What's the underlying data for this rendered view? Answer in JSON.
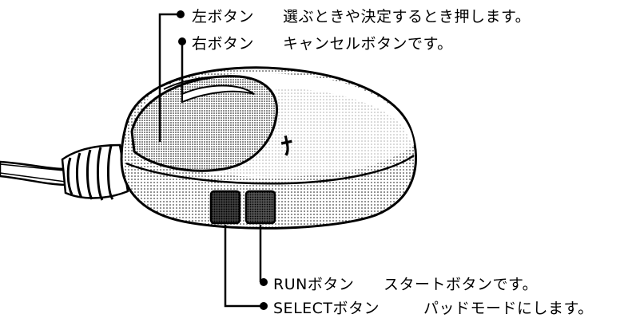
{
  "callouts": [
    {
      "id": "left",
      "name": "左ボタン",
      "desc": "選ぶときや決定するとき押します。"
    },
    {
      "id": "right",
      "name": "右ボタン",
      "desc": "キャンセルボタンです。"
    },
    {
      "id": "run",
      "name": "RUNボタン",
      "desc": "スタートボタンです。"
    },
    {
      "id": "select",
      "name": "SELECTボタン",
      "desc": "パッドモードにします。"
    }
  ],
  "mouse_logo": "ﾅ"
}
